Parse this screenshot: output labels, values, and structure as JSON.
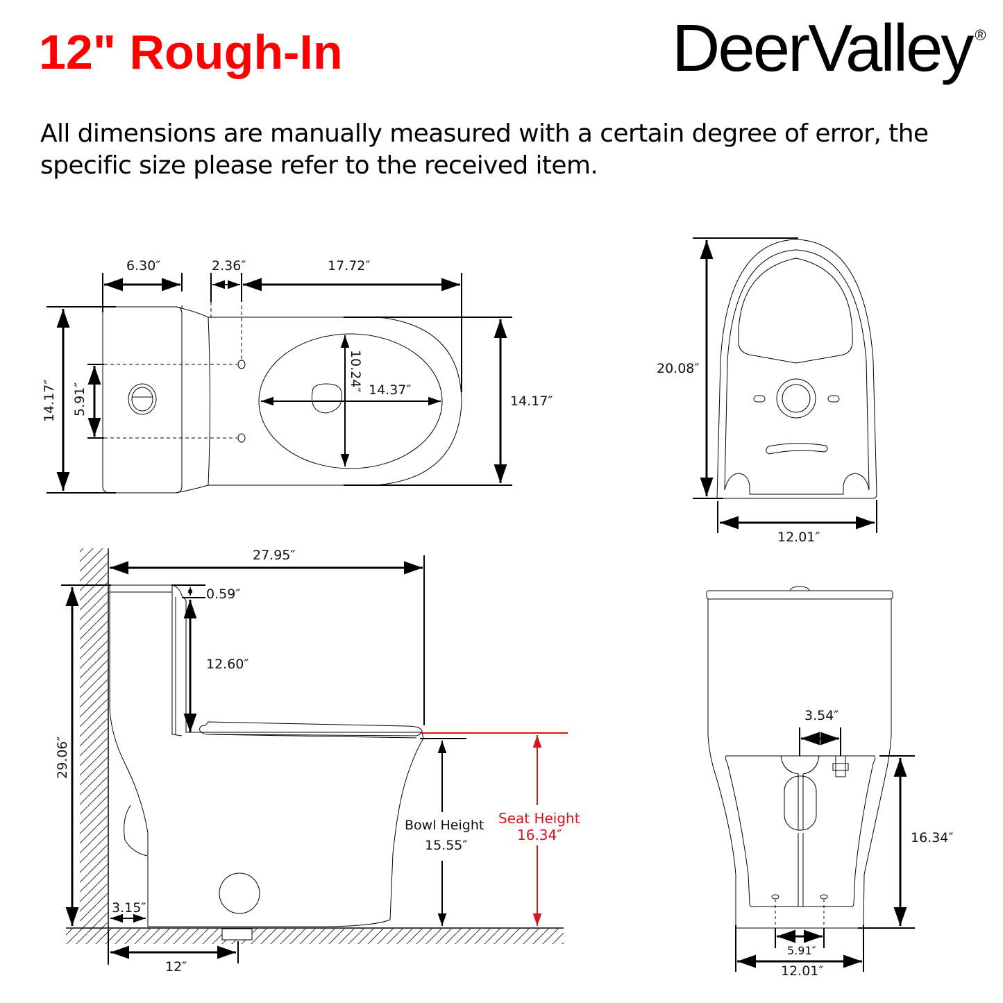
{
  "header": {
    "title": "12\" Rough-In",
    "brand": "DeerValley",
    "brand_mark": "®",
    "note": "All dimensions are manually measured with a certain degree of error, the specific size please refer to the received item."
  },
  "colors": {
    "title_red": "#ff0000",
    "seat_height_red": "#d7141a",
    "line": "#000000"
  },
  "top_view": {
    "tank_depth": "6.30″",
    "gap": "2.36″",
    "bowl_length": "17.72″",
    "overall_width_left": "14.17″",
    "bolt_spacing": "5.91″",
    "opening_length": "10.24″",
    "opening_width": "14.37″",
    "overall_width_right": "14.17″"
  },
  "bottom_view": {
    "length": "20.08″",
    "width": "12.01″"
  },
  "side_view": {
    "overall_depth": "27.95″",
    "lid_thickness": "0.59″",
    "tank_height": "12.60″",
    "overall_height": "29.06″",
    "wall_gap": "3.15″",
    "rough_in": "12″",
    "bowl_height_label": "Bowl Height",
    "bowl_height": "15.55″",
    "seat_height_label": "Seat Height",
    "seat_height": "16.34″"
  },
  "rear_view": {
    "supply_offset": "3.54″",
    "height": "16.34″",
    "bolt_spacing": "5.91″",
    "base_width": "12.01″"
  }
}
